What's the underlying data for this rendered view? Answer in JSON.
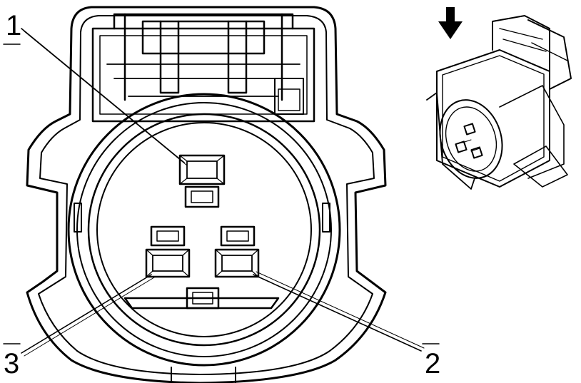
{
  "callouts": {
    "pin1": "1",
    "pin2": "2",
    "pin3": "3"
  },
  "icons": {
    "direction": "down-arrow-icon"
  },
  "colors": {
    "line": "#000000",
    "background": "#ffffff"
  }
}
